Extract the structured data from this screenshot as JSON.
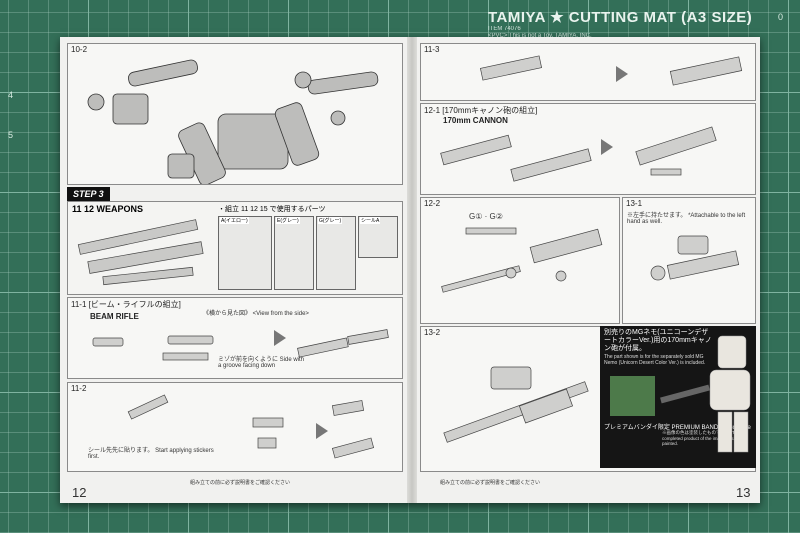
{
  "mat": {
    "brand": "TAMIYA ★ CUTTING MAT (A3 SIZE)",
    "item": "ITEM 74076",
    "fine_print": "<PVC> This is not a Toy. TAMIYA, INC.",
    "ruler_left": "4",
    "ruler_left2": "5",
    "ruler_top": "0"
  },
  "left_page": {
    "step_10_2": "10-2",
    "step_badge": "STEP 3",
    "weapons_title": "WEAPONS",
    "weapons_steps": "11 12",
    "parts_used": "・組立 11 12 15 で使用するパーツ",
    "runners": [
      {
        "label": "A(イエロー)"
      },
      {
        "label": "E(グレー)"
      },
      {
        "label": "G(グレー)"
      },
      {
        "label": "シールA"
      }
    ],
    "step_11_1": "11-1",
    "step_11_1_title": "[ビーム・ライフルの組立]",
    "step_11_1_en": "BEAM RIFLE",
    "side_view": "《横から見た図》 <View from the side>",
    "groove_note": "ミゾが前を向くように Side with a groove facing down",
    "step_11_2": "11-2",
    "sticker_note": "シール先先に貼ります。 Start applying stickers first.",
    "page_number": "12",
    "footer": "組み立ての前に必ず説明書をご確認ください"
  },
  "right_page": {
    "step_11_3": "11-3",
    "step_12_1": "12-1",
    "step_12_1_title": "[170mmキャノン砲の組立]",
    "step_12_1_en": "170mm CANNON",
    "step_12_2": "12-2",
    "step_12_2_parts": "G① · G②",
    "step_13_1": "13-1",
    "step_13_1_note": "※左手に持たせます。 *Attachable to the left hand as well.",
    "step_13_2": "13-2",
    "promo_title": "別売りのMGネモ(ユニコーンデザートカラーVer.)用の170mmキャノン砲が付属。",
    "promo_sub": "The part shown is for the separately sold MG Nemo (Unicorn Desert Color Ver.) is included.",
    "promo_note": "※画像の色は塗装したものです。 *The completed product of the image has been painted.",
    "promo_footer": "プレミアムバンダイ限定 PREMIUM BANDAI Exclusive",
    "page_number": "13",
    "footer": "組み立ての前に必ず説明書をご確認ください"
  }
}
